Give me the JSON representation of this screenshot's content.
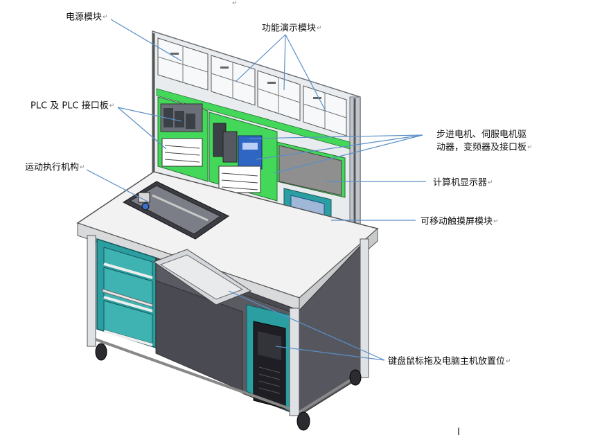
{
  "labels": {
    "power_module": "电源模块",
    "function_demo_module": "功能演示模块",
    "plc_board": "PLC 及 PLC 接口板",
    "motor_drive_line1": "步进电机、伺服电机驱",
    "motor_drive_line2": "动器，变频器及接口板",
    "motion_mechanism": "运动执行机构",
    "computer_display": "计算机显示器",
    "touch_screen": "可移动触摸屏模块",
    "keyboard_pc": "键盘鼠标拖及电脑主机放置位"
  },
  "marks": {
    "return_glyph": "↵",
    "cursor_glyph": "I"
  },
  "colors": {
    "line": "#5a8fc8",
    "frame": "#cdd3da",
    "panel_green": "#43d85a",
    "teal": "#2a9ea0",
    "table_top": "#f2f2f2",
    "dark_panel": "#3c3c44"
  }
}
